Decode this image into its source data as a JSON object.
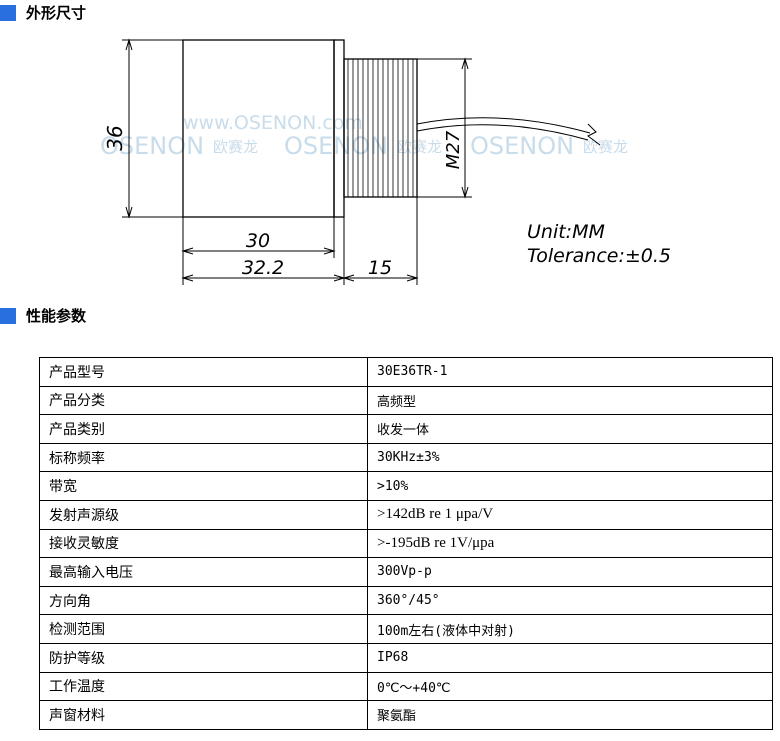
{
  "sections": {
    "dimensions_title": "外形尺寸",
    "performance_title": "性能参数"
  },
  "drawing": {
    "dim_height": "36",
    "dim_body_width": "30",
    "dim_total_width": "32.2",
    "dim_thread_length": "15",
    "thread_label": "M27",
    "unit": "Unit:MM",
    "tolerance": "Tolerance:±0.5",
    "watermark_url": "www.OSENON.com",
    "watermark_brand": "OSENON",
    "watermark_cn": "欧赛龙"
  },
  "specs": [
    {
      "label": "产品型号",
      "value": "30E36TR-1",
      "font": "mono"
    },
    {
      "label": "产品分类",
      "value": "高频型",
      "font": "mono"
    },
    {
      "label": "产品类别",
      "value": "收发一体",
      "font": "mono"
    },
    {
      "label": "标称频率",
      "value": "30KHz±3%",
      "font": "mono"
    },
    {
      "label": "带宽",
      "value": ">10%",
      "font": "mono"
    },
    {
      "label": "发射声源级",
      "value": ">142dB re 1 μpa/V",
      "font": "serif"
    },
    {
      "label": "接收灵敏度",
      "value": ">-195dB re 1V/μpa",
      "font": "serif"
    },
    {
      "label": "最高输入电压",
      "value": "300Vp-p",
      "font": "mono"
    },
    {
      "label": "方向角",
      "value": "360°/45°",
      "font": "mono"
    },
    {
      "label": "检测范围",
      "value": "100m左右(液体中对射)",
      "font": "mono"
    },
    {
      "label": "防护等级",
      "value": "IP68",
      "font": "mono"
    },
    {
      "label": "工作温度",
      "value": "0℃～+40℃",
      "font": "mono"
    },
    {
      "label": "声窗材料",
      "value": "聚氨酯",
      "font": "mono"
    }
  ]
}
